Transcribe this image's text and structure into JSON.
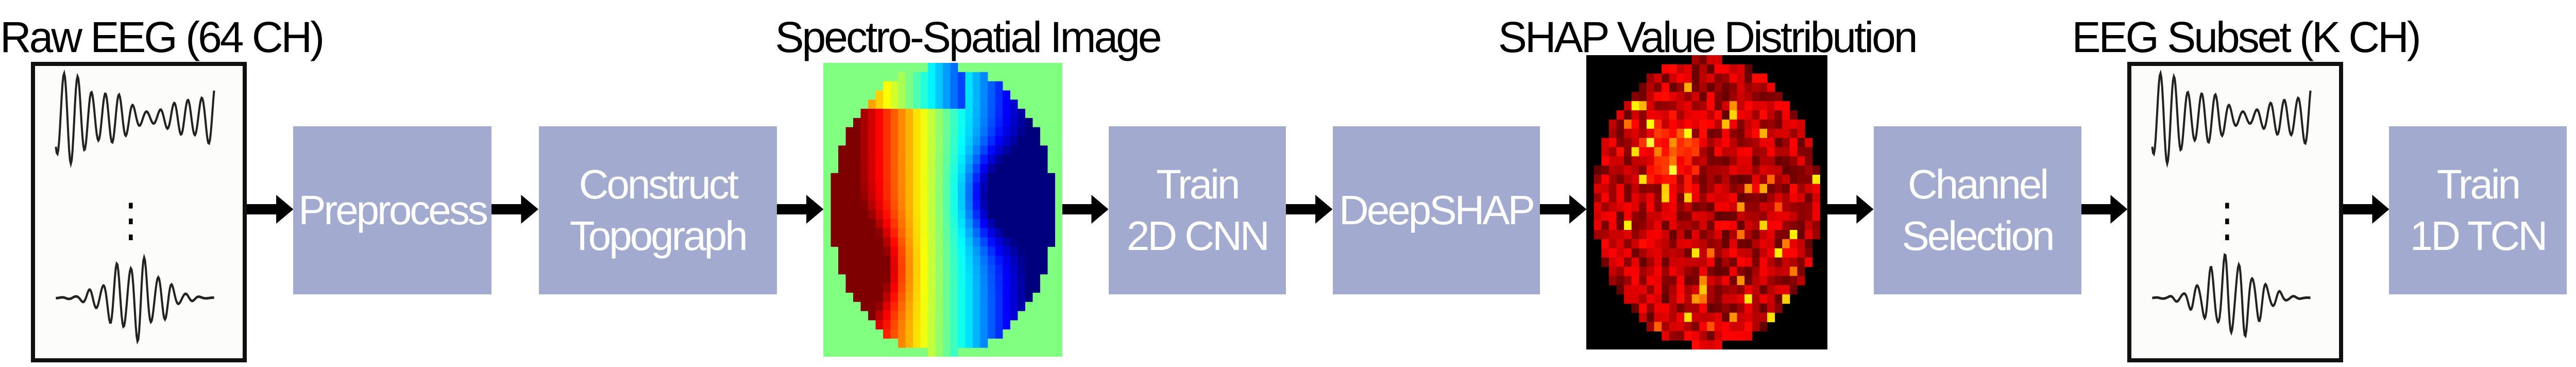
{
  "titles": {
    "raw_eeg": "Raw EEG (64 CH)",
    "spectro_spatial": "Spectro-Spatial Image",
    "shap_distribution": "SHAP Value Distribution",
    "eeg_subset": "EEG Subset (K CH)"
  },
  "steps": [
    {
      "lines": [
        "Preprocess"
      ]
    },
    {
      "lines": [
        "Construct",
        "Topograph"
      ]
    },
    {
      "lines": [
        "Train",
        "2D CNN"
      ]
    },
    {
      "lines": [
        "DeepSHAP"
      ]
    },
    {
      "lines": [
        "Channel",
        "Selection"
      ]
    },
    {
      "lines": [
        "Train",
        "1D TCN"
      ]
    }
  ],
  "ellipsis": "⋮",
  "colors": {
    "step_box": "#a2aacf",
    "step_text": "#ffffff",
    "arrow": "#000000",
    "topograph_background": "#80ff80",
    "shap_background": "#000000"
  }
}
